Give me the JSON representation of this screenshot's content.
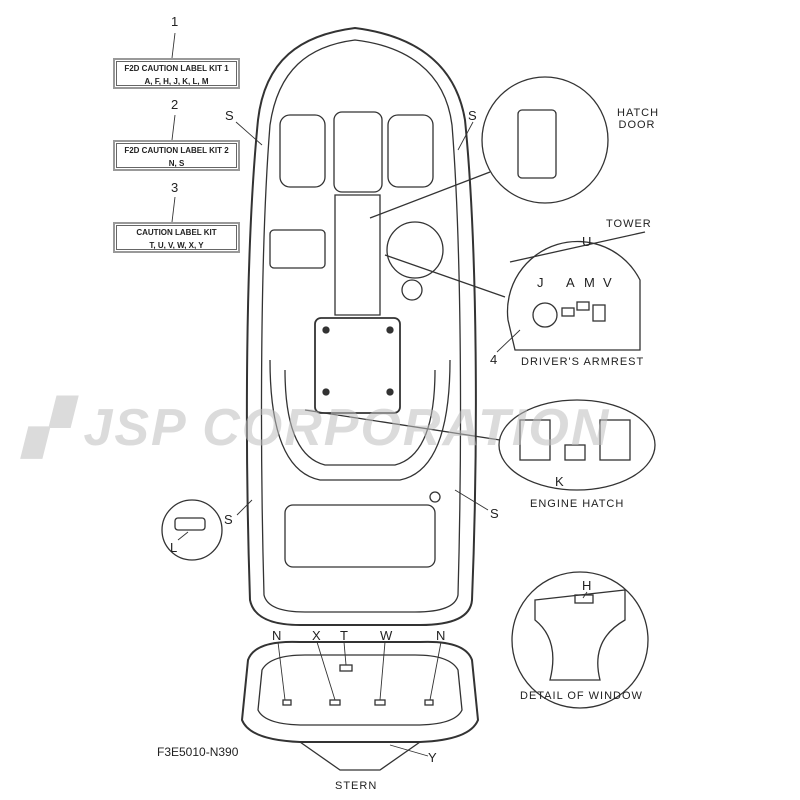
{
  "kits": [
    {
      "number": "1",
      "title": "F2D CAUTION LABEL KIT 1",
      "letters": "A, F, H, J, K, L, M"
    },
    {
      "number": "2",
      "title": "F2D CAUTION LABEL KIT 2",
      "letters": "N, S"
    },
    {
      "number": "3",
      "title": "CAUTION LABEL KIT",
      "letters": "T, U, V, W, X, Y"
    }
  ],
  "callout_4": "4",
  "views": {
    "hatch_door": "HATCH DOOR",
    "tower": "TOWER",
    "drivers_armrest": "DRIVER'S ARMREST",
    "engine_hatch": "ENGINE HATCH",
    "detail_of_window": "DETAIL OF WINDOW",
    "stern": "STERN"
  },
  "letters": {
    "S": "S",
    "U": "U",
    "J": "J",
    "A": "A",
    "M": "M",
    "V": "V",
    "K": "K",
    "L": "L",
    "H": "H",
    "N": "N",
    "X": "X",
    "T": "T",
    "W": "W",
    "Y": "Y"
  },
  "diagram_code": "F3E5010-N390",
  "watermark": "JSP CORPORATION"
}
